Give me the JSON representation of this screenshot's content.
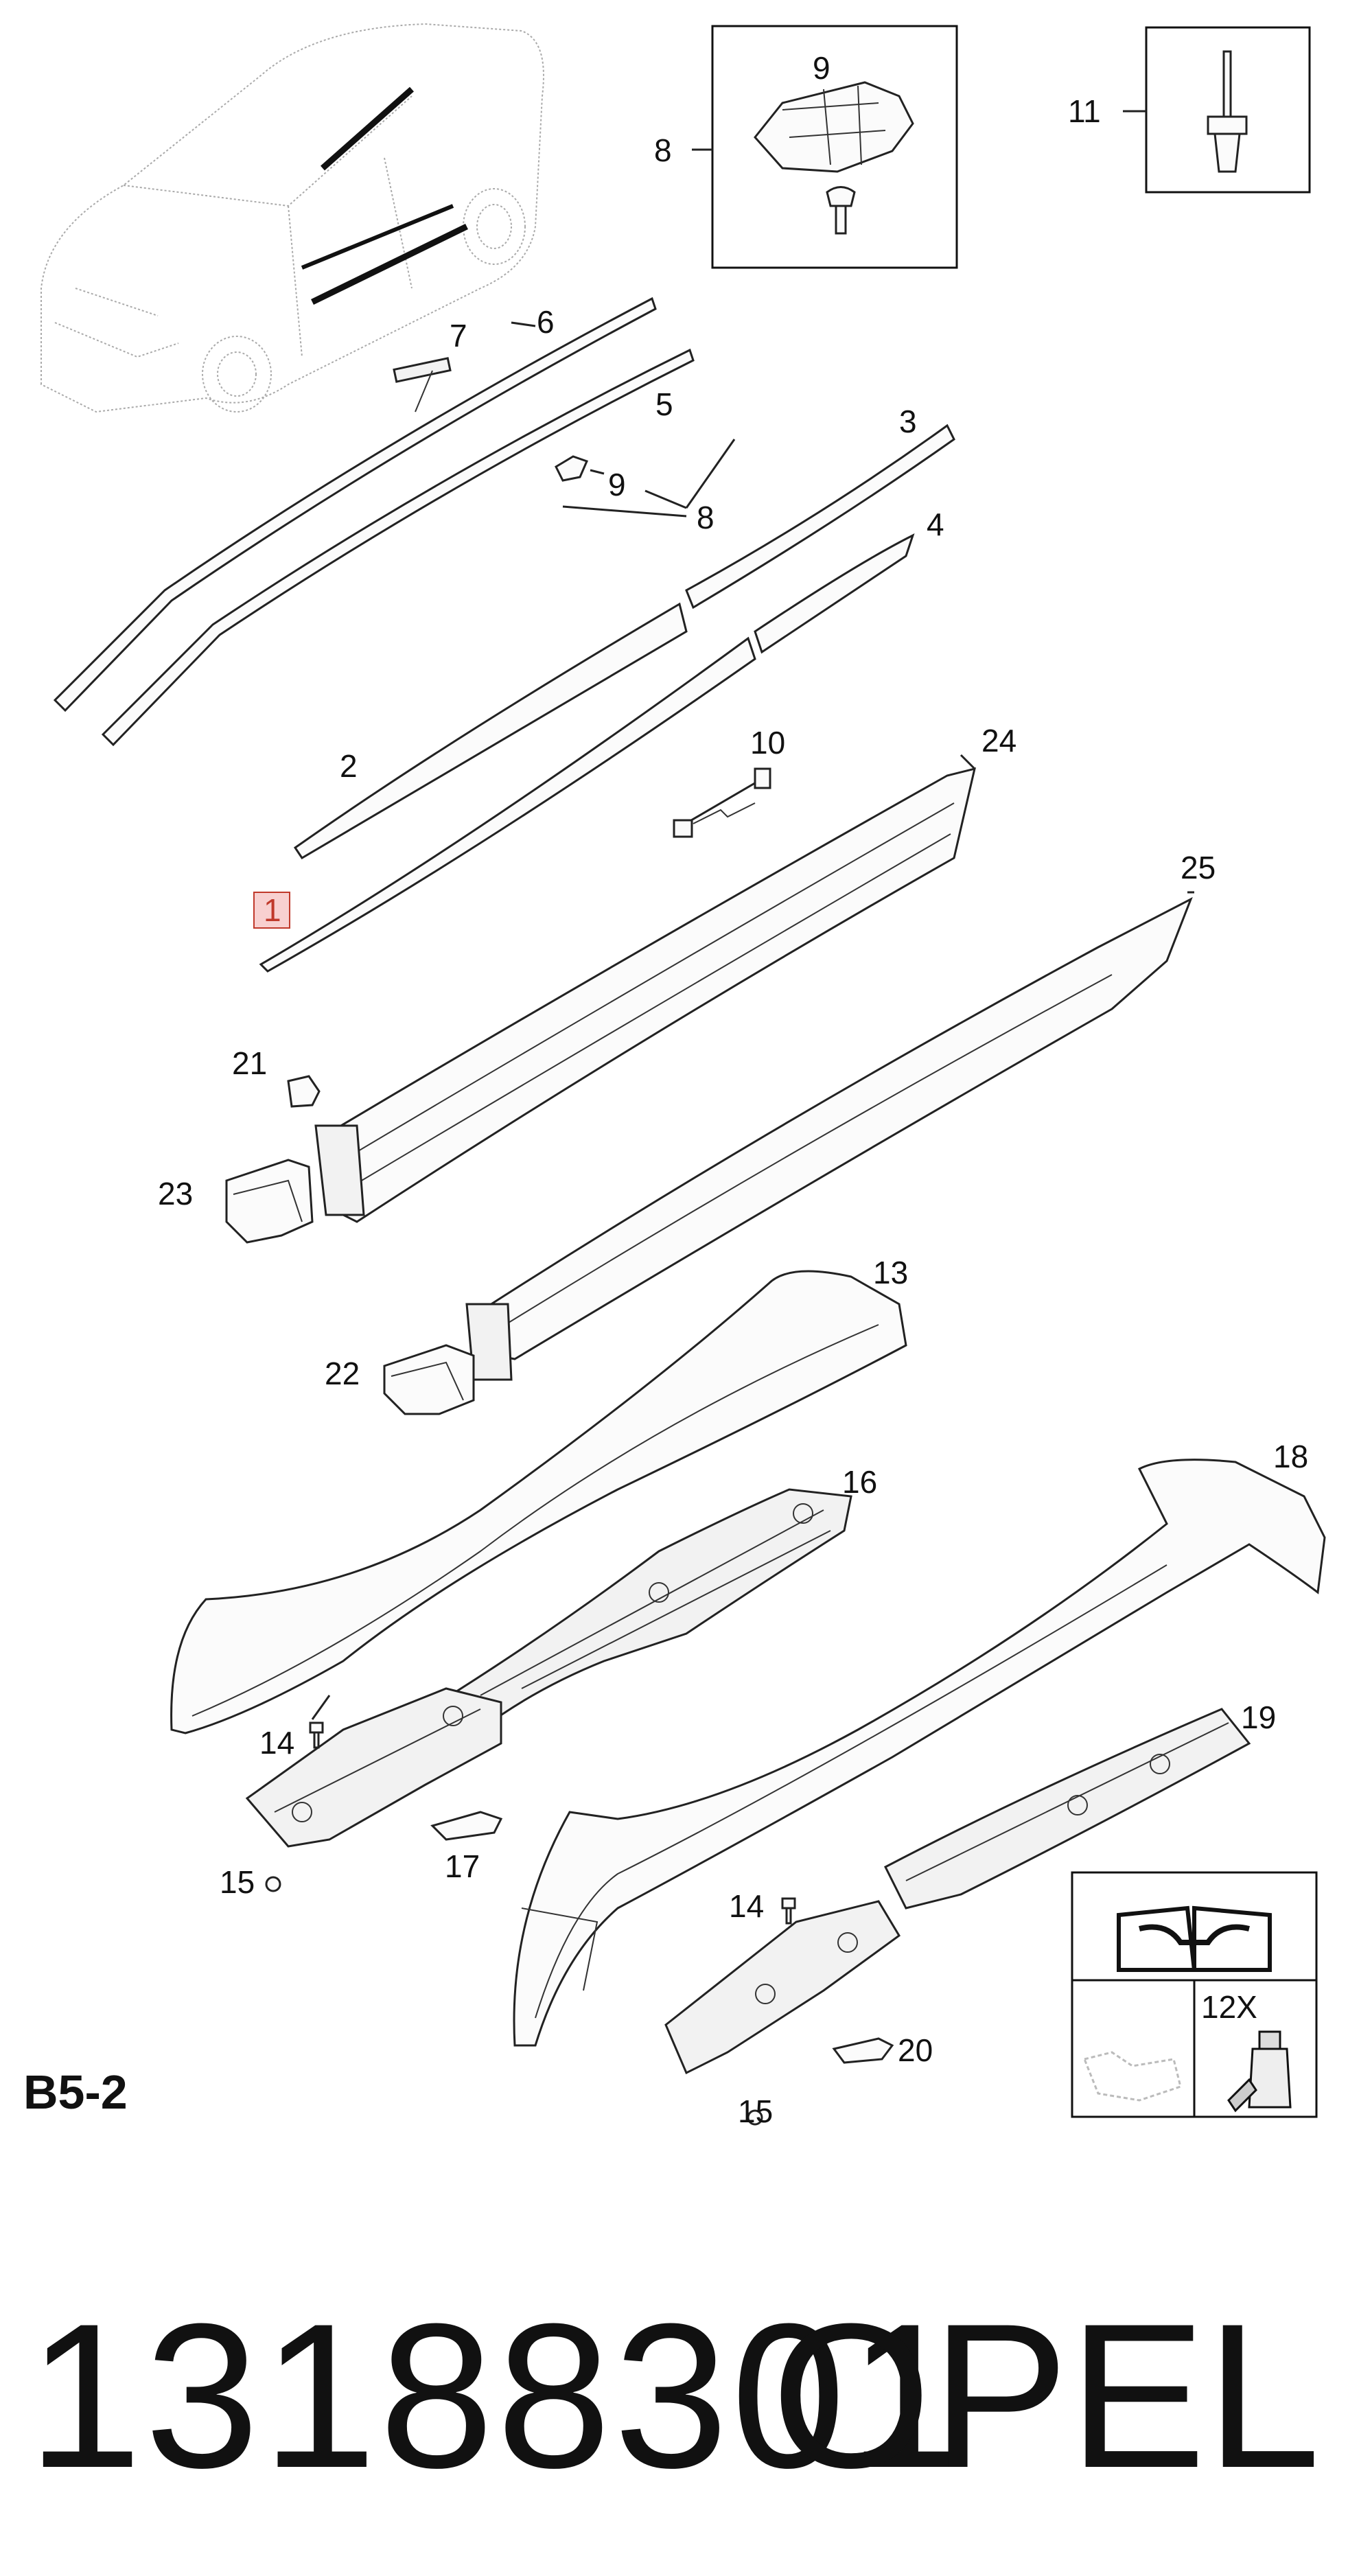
{
  "section_code": "B5-2",
  "part_number": "13188301",
  "brand": "OPEL",
  "callouts": {
    "c1": "1",
    "c2": "2",
    "c3": "3",
    "c4": "4",
    "c5": "5",
    "c6": "6",
    "c7": "7",
    "c8a": "8",
    "c8b": "8",
    "c9a": "9",
    "c9b": "9",
    "c10": "10",
    "c11": "11",
    "c13": "13",
    "c14a": "14",
    "c14b": "14",
    "c15a": "15",
    "c15b": "15",
    "c16": "16",
    "c17": "17",
    "c18": "18",
    "c19": "19",
    "c20": "20",
    "c21": "21",
    "c22": "22",
    "c23": "23",
    "c24": "24",
    "c25": "25"
  },
  "tools_box": {
    "quantity_label": "12X"
  },
  "colors": {
    "highlight": "#e8a0a0",
    "ink": "#111111"
  },
  "icons": {
    "manual": "book-wrench-icon",
    "applicator": "adhesive-applicator-icon",
    "adhesive": "adhesive-bottle-icon"
  }
}
